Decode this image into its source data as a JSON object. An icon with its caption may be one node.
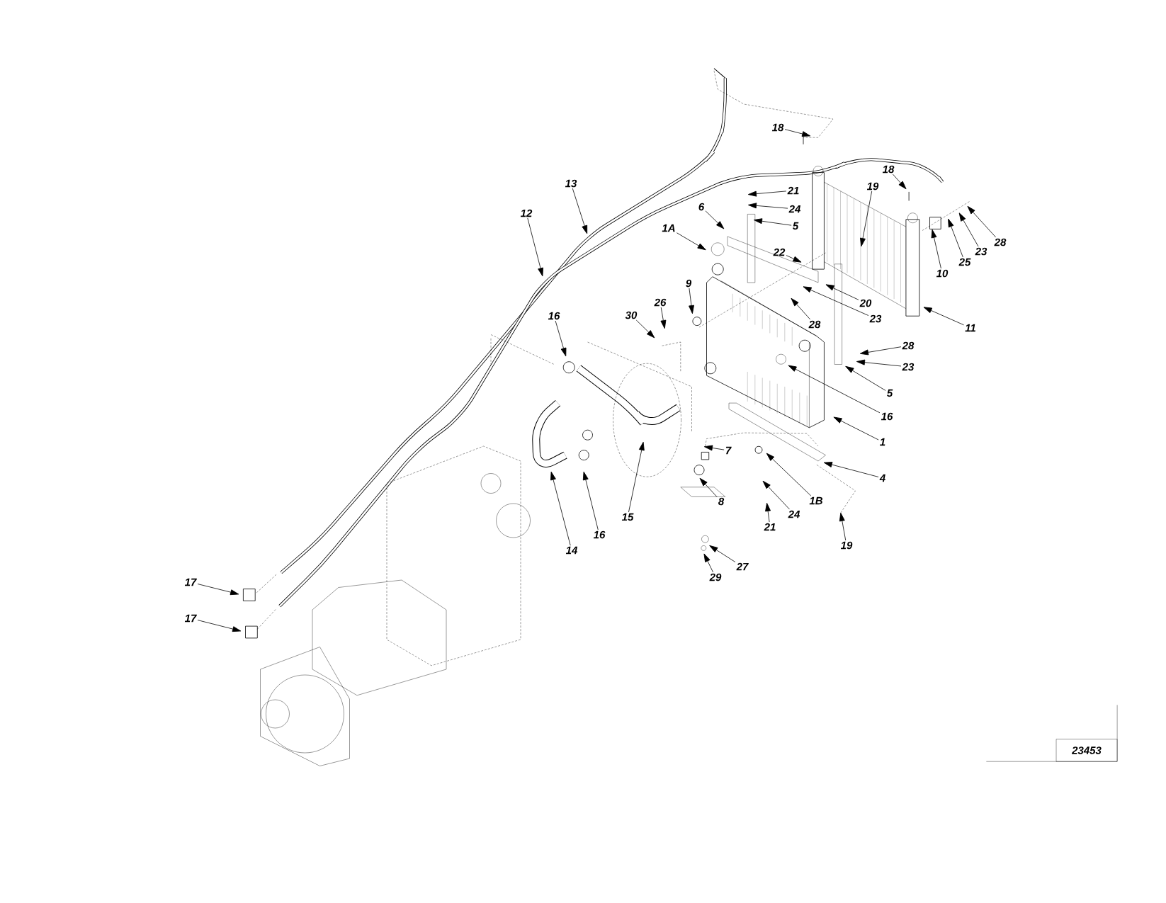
{
  "diagram": {
    "nodes": [
      {
        "text": [
          "18"
        ]
      },
      {
        "text": [
          "18"
        ]
      },
      {
        "text": [
          "13"
        ]
      },
      {
        "text": [
          "21"
        ]
      },
      {
        "text": [
          "19"
        ]
      },
      {
        "text": [
          "12"
        ]
      },
      {
        "text": [
          "24"
        ]
      },
      {
        "text": [
          "6"
        ]
      },
      {
        "text": [
          "5"
        ]
      },
      {
        "text": [
          "1A"
        ]
      },
      {
        "text": [
          "22"
        ]
      },
      {
        "text": [
          "28"
        ]
      },
      {
        "text": [
          "23"
        ]
      },
      {
        "text": [
          "25"
        ]
      },
      {
        "text": [
          "10"
        ]
      },
      {
        "text": [
          "9"
        ]
      },
      {
        "text": [
          "28"
        ]
      },
      {
        "text": [
          "20"
        ]
      },
      {
        "text": [
          "23"
        ]
      },
      {
        "text": [
          "11"
        ]
      },
      {
        "text": [
          "30"
        ]
      },
      {
        "text": [
          "26"
        ]
      },
      {
        "text": [
          "16"
        ]
      },
      {
        "text": [
          "28"
        ]
      },
      {
        "text": [
          "23"
        ]
      },
      {
        "text": [
          "5"
        ]
      },
      {
        "text": [
          "16"
        ]
      },
      {
        "text": [
          "1"
        ]
      },
      {
        "text": [
          "4"
        ]
      },
      {
        "text": [
          "7"
        ]
      },
      {
        "text": [
          "1B"
        ]
      },
      {
        "text": [
          "8"
        ]
      },
      {
        "text": [
          "24"
        ]
      },
      {
        "text": [
          "21"
        ]
      },
      {
        "text": [
          "15"
        ]
      },
      {
        "text": [
          "16"
        ]
      },
      {
        "text": [
          "14"
        ]
      },
      {
        "text": [
          "19"
        ]
      },
      {
        "text": [
          "27"
        ]
      },
      {
        "text": [
          "29"
        ]
      },
      {
        "text": [
          "17"
        ]
      },
      {
        "text": [
          "17"
        ]
      }
    ],
    "edges": [
      {
        "from": 0,
        "to": null,
        "arrow": "to"
      },
      {
        "from": 1,
        "to": null,
        "arrow": "to"
      },
      {
        "from": 2,
        "to": null,
        "arrow": "to"
      },
      {
        "from": 3,
        "to": null,
        "arrow": "to"
      },
      {
        "from": 4,
        "to": null,
        "arrow": "to"
      },
      {
        "from": 5,
        "to": null,
        "arrow": "to"
      },
      {
        "from": 6,
        "to": null,
        "arrow": "to"
      },
      {
        "from": 7,
        "to": null,
        "arrow": "to"
      },
      {
        "from": 8,
        "to": null,
        "arrow": "to"
      },
      {
        "from": 9,
        "to": null,
        "arrow": "to"
      },
      {
        "from": 10,
        "to": null,
        "arrow": "to"
      },
      {
        "from": 11,
        "to": null,
        "arrow": "to"
      },
      {
        "from": 12,
        "to": null,
        "arrow": "to"
      },
      {
        "from": 13,
        "to": null,
        "arrow": "to"
      },
      {
        "from": 14,
        "to": null,
        "arrow": "to"
      },
      {
        "from": 15,
        "to": null,
        "arrow": "to"
      },
      {
        "from": 16,
        "to": null,
        "arrow": "to"
      },
      {
        "from": 17,
        "to": null,
        "arrow": "to"
      },
      {
        "from": 18,
        "to": null,
        "arrow": "to"
      },
      {
        "from": 19,
        "to": null,
        "arrow": "to"
      },
      {
        "from": 20,
        "to": null,
        "arrow": "to"
      },
      {
        "from": 21,
        "to": null,
        "arrow": "to"
      },
      {
        "from": 22,
        "to": null,
        "arrow": "to"
      },
      {
        "from": 23,
        "to": null,
        "arrow": "to"
      },
      {
        "from": 24,
        "to": null,
        "arrow": "to"
      },
      {
        "from": 25,
        "to": null,
        "arrow": "to"
      },
      {
        "from": 26,
        "to": null,
        "arrow": "to"
      },
      {
        "from": 27,
        "to": null,
        "arrow": "to"
      },
      {
        "from": 28,
        "to": null,
        "arrow": "to"
      },
      {
        "from": 29,
        "to": null,
        "arrow": "to"
      },
      {
        "from": 30,
        "to": null,
        "arrow": "to"
      },
      {
        "from": 31,
        "to": null,
        "arrow": "to"
      },
      {
        "from": 32,
        "to": null,
        "arrow": "to"
      },
      {
        "from": 33,
        "to": null,
        "arrow": "to"
      },
      {
        "from": 34,
        "to": null,
        "arrow": "to"
      },
      {
        "from": 35,
        "to": null,
        "arrow": "to"
      },
      {
        "from": 36,
        "to": null,
        "arrow": "to"
      },
      {
        "from": 37,
        "to": null,
        "arrow": "to"
      },
      {
        "from": 38,
        "to": null,
        "arrow": "to"
      },
      {
        "from": 39,
        "to": null,
        "arrow": "to"
      },
      {
        "from": 40,
        "to": null,
        "arrow": "to"
      },
      {
        "from": 41,
        "to": null,
        "arrow": "to"
      }
    ],
    "labels": [
      "23453"
    ]
  }
}
